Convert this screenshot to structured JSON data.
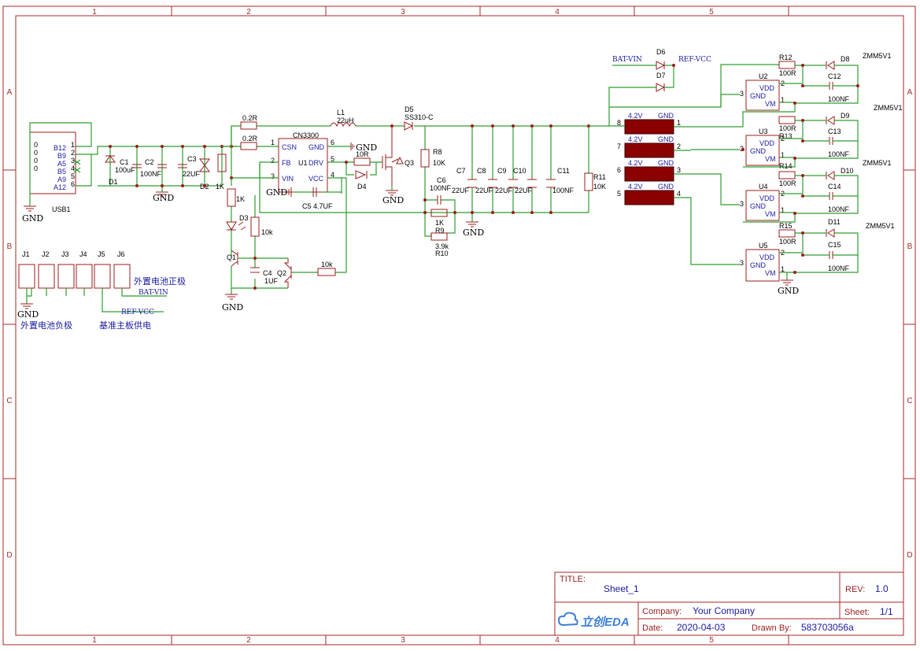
{
  "title_block": {
    "title_label": "TITLE:",
    "title": "Sheet_1",
    "rev_label": "REV:",
    "rev": "1.0",
    "company_label": "Company:",
    "company": "Your Company",
    "sheet_label": "Sheet:",
    "sheet": "1/1",
    "date_label": "Date:",
    "date": "2020-04-03",
    "drawn_label": "Drawn By:",
    "drawn_by": "583703056a",
    "logo_text": "立创EDA"
  },
  "zones": {
    "cols": [
      "1",
      "2",
      "3",
      "4",
      "5"
    ],
    "rows": [
      "A",
      "B",
      "C",
      "D"
    ]
  },
  "usb": {
    "ref": "USB1",
    "pins_left": [
      "0",
      "0",
      "0",
      "0"
    ],
    "pins_names": [
      "B12",
      "B9",
      "A5",
      "B5",
      "A9",
      "A12"
    ],
    "pins_right": [
      "1",
      "2",
      "3",
      "4",
      "5",
      "6"
    ]
  },
  "parts": {
    "c1_ref": "C1",
    "c1_val": "100uF",
    "c2_ref": "C2",
    "c2_val": "100NF",
    "c3_ref": "C3",
    "c3_val": "22UF",
    "d1": "D1",
    "d2": "D2",
    "r_1k_a": "1K",
    "r_02a": "0.2R",
    "r_02b": "0.2R",
    "r_1k_b": "1K",
    "d3": "D3",
    "r_10k_a": "10k",
    "q1": "Q1",
    "q2": "Q2",
    "c4_ref": "C4",
    "c4_val": "1UF",
    "r_10k_b": "10k",
    "l1_ref": "L1",
    "l1_val": "22uH",
    "u1_part": "CN3300",
    "u1_ref": "U1",
    "u1_pins": {
      "csn": "CSN",
      "fb": "FB",
      "vin": "VIN",
      "gnd": "GND",
      "drv": "DRV",
      "vcc": "VCC",
      "n1": "1",
      "n2": "2",
      "n3": "3",
      "n4": "4",
      "n5": "5",
      "n6": "6"
    },
    "c5": "C5 4.7UF",
    "r_10r": "10R",
    "d4": "D4",
    "q3": "Q3",
    "d5_ref": "D5",
    "d5_val": "SS310-C",
    "r8_ref": "R8",
    "r8_val": "10K",
    "c6_ref": "C6",
    "c6_val": "100NF",
    "r9_ref": "R9",
    "r9_val": "1K",
    "r10_ref": "R10",
    "r10_val": "3.9k",
    "c7": "C7",
    "c8": "C8",
    "c9": "C9",
    "c10": "C10",
    "c11": "C11",
    "v22a": "22UF",
    "v22b": "22UF",
    "v22c": "22UF",
    "v22d": "22UF",
    "v100": "100NF",
    "r11_ref": "R11",
    "r11_val": "10K",
    "d6": "D6",
    "d7": "D7"
  },
  "nets": {
    "gnd": "GND",
    "bat_vin": "BAT-VIN",
    "ref_vcc": "REF-VCC"
  },
  "cells": [
    {
      "v": "4.2V",
      "g": "GND",
      "l": "8",
      "r": "1"
    },
    {
      "v": "4.2V",
      "g": "GND",
      "l": "7",
      "r": "2"
    },
    {
      "v": "4.2V",
      "g": "GND",
      "l": "6",
      "r": "3"
    },
    {
      "v": "4.2V",
      "g": "GND",
      "l": "5",
      "r": "4"
    }
  ],
  "monitors": [
    {
      "u": "U2",
      "r": "R12",
      "rv": "100R",
      "d": "D8",
      "c": "C12",
      "cv": "100NF",
      "z": "ZMM5V1"
    },
    {
      "u": "U3",
      "r": "R13",
      "rv": "100R",
      "d": "D9",
      "c": "C13",
      "cv": "100NF",
      "z": "ZMM5V1"
    },
    {
      "u": "U4",
      "r": "R14",
      "rv": "100R",
      "d": "D10",
      "c": "C14",
      "cv": "100NF",
      "z": "ZMM5V1"
    },
    {
      "u": "U5",
      "r": "R15",
      "rv": "100R",
      "d": "D11",
      "c": "C15",
      "cv": "100NF",
      "z": "ZMM5V1"
    }
  ],
  "monitor_pins": {
    "vdd": "VDD",
    "gnd": "GND",
    "vm": "VM",
    "p1": "1",
    "p2": "2",
    "p3": "3"
  },
  "jacks": [
    "J1",
    "J2",
    "J3",
    "J4",
    "J5",
    "J6"
  ],
  "notes": {
    "bat_pos": "外置电池正极",
    "bat_neg": "外置电池负极",
    "board_power": "基准主板供电"
  }
}
